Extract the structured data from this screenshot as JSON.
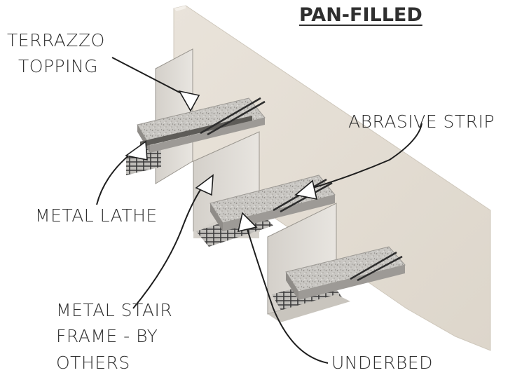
{
  "title": "PAN-FILLED",
  "labels": {
    "terrazzo_topping": [
      "TERRAZZO",
      "TOPPING"
    ],
    "abrasive_strip": "ABRASIVE STRIP",
    "metal_lathe": "METAL LATHE",
    "metal_stair_frame": [
      "METAL STAIR",
      "FRAME - BY",
      "OTHERS"
    ],
    "underbed": "UNDERBED"
  }
}
